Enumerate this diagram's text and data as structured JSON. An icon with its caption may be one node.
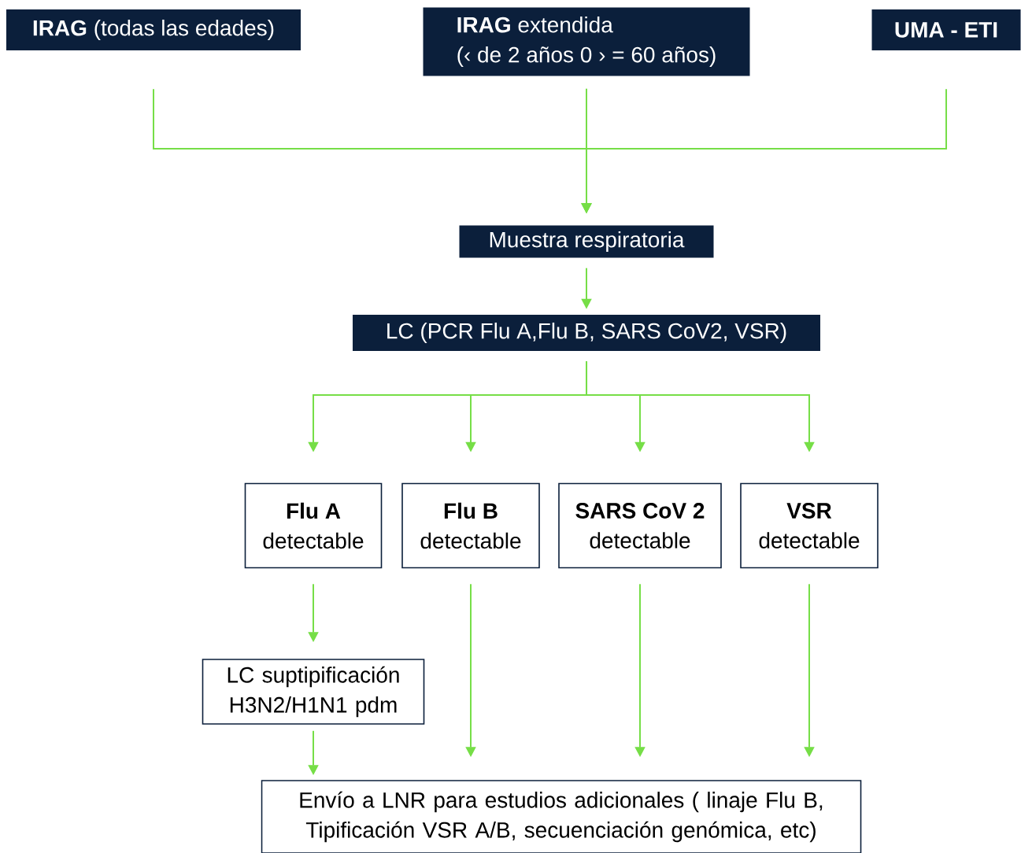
{
  "diagram": {
    "nodes": [
      {
        "text": [
          "**IRAG** (todas las edades)"
        ]
      },
      {
        "text": [
          "**IRAG** extendida",
          "(‹ de 2 años 0 › = 60 años)"
        ]
      },
      {
        "text": [
          "UMA - ETI"
        ]
      },
      {
        "text": [
          "Muestra respiratoria"
        ]
      },
      {
        "text": [
          "LC (PCR Flu A,Flu B, SARS  CoV2, VSR)"
        ]
      },
      {
        "text": [
          "Flu  A",
          "detectable"
        ]
      },
      {
        "text": [
          "Flu B",
          "detectable"
        ]
      },
      {
        "text": [
          "SARS CoV 2",
          "detectable"
        ]
      },
      {
        "text": [
          "VSR",
          "detectable"
        ]
      },
      {
        "text": [
          "LC suptipificación H3N2/H1N1 pdm"
        ]
      },
      {
        "text": [
          "Envío a LNR para estudios adicionales ( linaje Flu B, Tipificación VSR A/B, secuenciación genómica, etc)"
        ]
      }
    ],
    "edges": [
      {
        "from": 0,
        "to": 3,
        "arrow": "to"
      },
      {
        "from": 1,
        "to": 3,
        "arrow": "to"
      },
      {
        "from": 2,
        "to": 3,
        "arrow": "to"
      },
      {
        "from": 3,
        "to": 4,
        "arrow": "to"
      },
      {
        "from": 4,
        "to": 5,
        "arrow": "to"
      },
      {
        "from": 4,
        "to": 6,
        "arrow": "to"
      },
      {
        "from": 4,
        "to": 7,
        "arrow": "to"
      },
      {
        "from": 4,
        "to": 8,
        "arrow": "to"
      },
      {
        "from": 5,
        "to": 9,
        "arrow": "to"
      },
      {
        "from": 9,
        "to": 10,
        "arrow": "to"
      },
      {
        "from": 6,
        "to": 10,
        "arrow": "to"
      },
      {
        "from": 7,
        "to": 10,
        "arrow": "to"
      },
      {
        "from": 8,
        "to": 10,
        "arrow": "to"
      }
    ]
  }
}
